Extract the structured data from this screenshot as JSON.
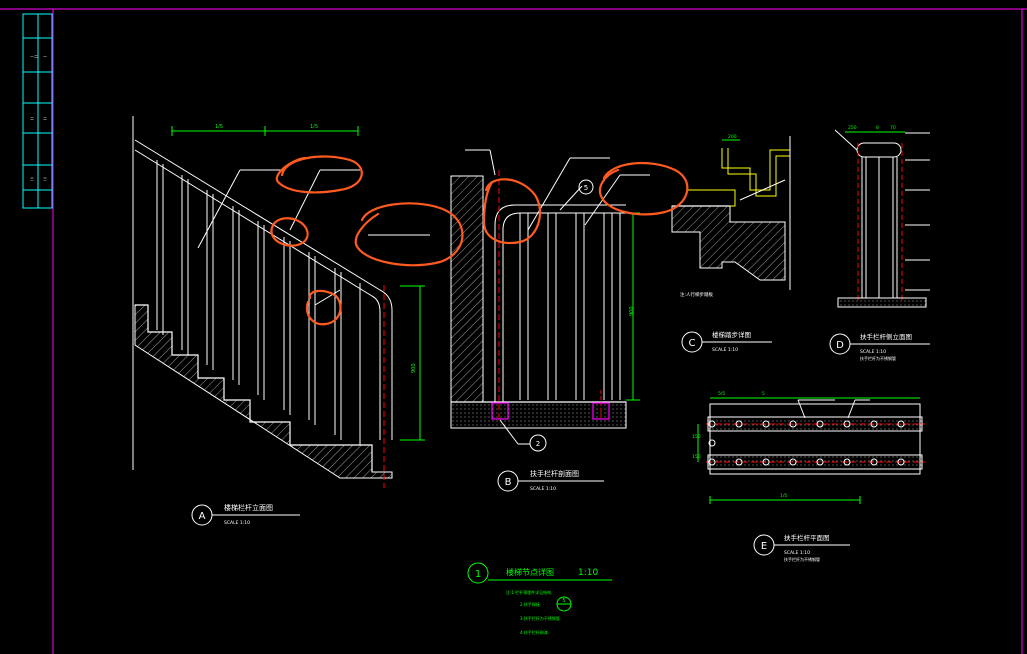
{
  "title_block": {
    "cells": [
      "一二",
      "一",
      "二",
      "二",
      "三",
      "三"
    ]
  },
  "dims": {
    "A_top_1": "1/5",
    "A_top_2": "1/5",
    "A_side": "900",
    "B_side": "900",
    "C_top": "200",
    "D_top_1": "250",
    "D_top_2": "8",
    "D_top_3": "70",
    "E_top_1": "5/5",
    "E_top_2": "5",
    "E_side_1": "150",
    "E_side_2": "150",
    "E_bottom": "1/5"
  },
  "callouts": {
    "B_ref": "5",
    "B_ref2": "2",
    "C_note": "注:人行梯步踏板"
  },
  "views": {
    "A": {
      "letter": "A",
      "title": "楼梯栏杆立面图",
      "scale": "SCALE 1:10"
    },
    "B": {
      "letter": "B",
      "title": "扶手栏杆剖面图",
      "scale": "SCALE 1:10"
    },
    "C": {
      "letter": "C",
      "title": "楼梯踏步详图",
      "scale": "SCALE 1:10"
    },
    "D": {
      "letter": "D",
      "title": "扶手栏杆侧立面图",
      "scale": "SCALE 1:10",
      "note": "扶手栏杆为不锈钢管"
    },
    "E": {
      "letter": "E",
      "title": "扶手栏杆平面图",
      "scale": "SCALE 1:10",
      "note": "扶手栏杆为不锈钢管"
    }
  },
  "main_title": {
    "number": "1",
    "text": "楼梯节点详图",
    "scale": "1:10",
    "notes": [
      "注:1.栏杆预埋件详见结构.",
      "2.扶手焊接.",
      "3.扶手栏杆为不锈钢管.",
      "4.扶手栏杆刷漆."
    ],
    "note_ref": "5"
  },
  "colors": {
    "frame": "#ff00ff",
    "line": "#ffffff",
    "dim": "#00ff00",
    "red": "#ff0000",
    "markup": "#ff5a1f",
    "cyan": "#00ffff",
    "yellow": "#ffff00"
  }
}
